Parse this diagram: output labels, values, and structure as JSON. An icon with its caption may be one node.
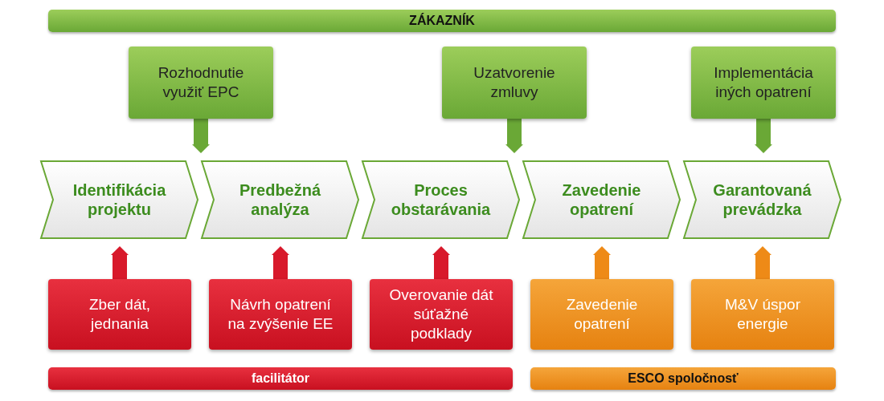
{
  "diagram": {
    "nodes": [
      {
        "text": [
          "ZÁKAZNÍK"
        ]
      },
      {
        "text": [
          "Rozhodnutie využiť EPC"
        ]
      },
      {
        "text": [
          "Uzatvorenie zmluvy"
        ]
      },
      {
        "text": [
          "Implementácia iných opatrení"
        ]
      },
      {
        "text": [
          "Identifikácia projektu"
        ]
      },
      {
        "text": [
          "Predbežná analýza"
        ]
      },
      {
        "text": [
          "Proces obstarávania"
        ]
      },
      {
        "text": [
          "Zavedenie opatrení"
        ]
      },
      {
        "text": [
          "Garantovaná prevádzka"
        ]
      },
      {
        "text": [
          "Zber dát, jednania"
        ]
      },
      {
        "text": [
          "Návrh opatrení na zvýšenie EE"
        ]
      },
      {
        "text": [
          "Overovanie dát súťažné podklady"
        ]
      },
      {
        "text": [
          "Zavedenie opatrení"
        ]
      },
      {
        "text": [
          "M&V úspor energie"
        ]
      },
      {
        "text": [
          "facilitátor"
        ]
      },
      {
        "text": [
          "ESCO spoločnosť"
        ]
      }
    ],
    "edges": [
      {
        "from": 1,
        "to": 5,
        "arrow": "to",
        "color": "#6aa836"
      },
      {
        "from": 2,
        "to": 7,
        "arrow": "to",
        "color": "#6aa836"
      },
      {
        "from": 3,
        "to": 8,
        "arrow": "to",
        "color": "#6aa836"
      },
      {
        "from": 9,
        "to": 4,
        "arrow": "to",
        "color": "#d8192b"
      },
      {
        "from": 10,
        "to": 5,
        "arrow": "to",
        "color": "#d8192b"
      },
      {
        "from": 11,
        "to": 6,
        "arrow": "to",
        "color": "#d8192b"
      },
      {
        "from": 12,
        "to": 7,
        "arrow": "to",
        "color": "#ee8a17"
      },
      {
        "from": 13,
        "to": 8,
        "arrow": "to",
        "color": "#ee8a17"
      }
    ]
  }
}
